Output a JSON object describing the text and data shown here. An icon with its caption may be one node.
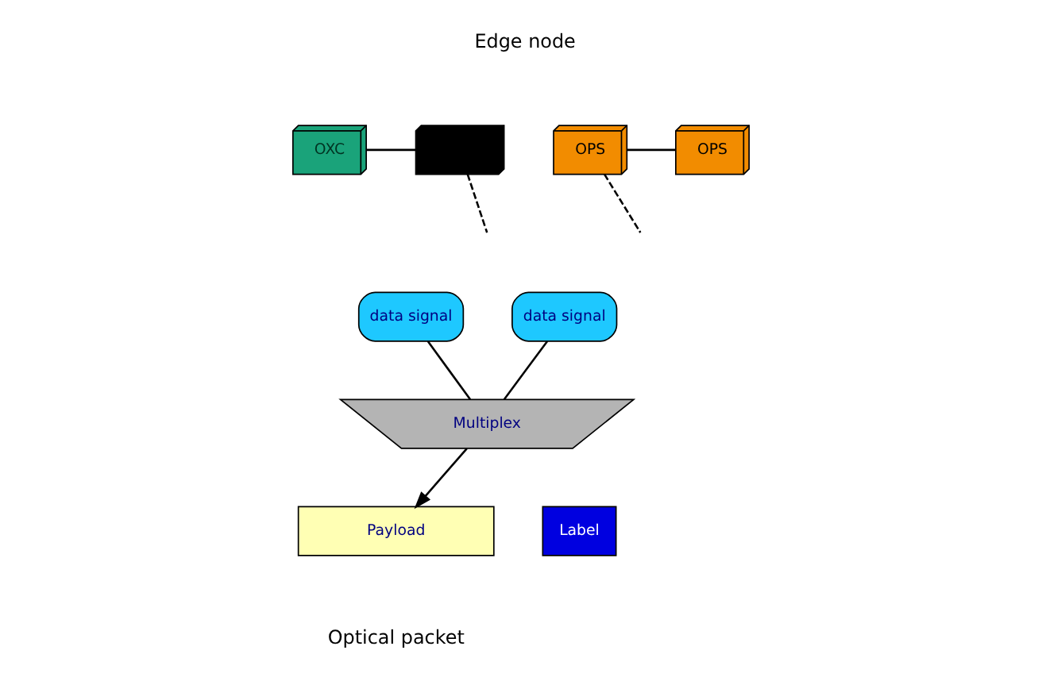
{
  "diagram": {
    "nodes": [
      {
        "text": [
          "OXC"
        ]
      },
      {
        "text": [],
        "shape": "box"
      },
      {
        "text": [
          "OPS"
        ]
      },
      {
        "text": [
          "OPS"
        ]
      },
      {
        "text": [
          "data signal"
        ]
      },
      {
        "text": [
          "data signal"
        ]
      },
      {
        "text": [
          "Multiplex"
        ]
      },
      {
        "text": [
          "Payload"
        ]
      },
      {
        "text": [
          "Label"
        ]
      }
    ],
    "edges": [
      {
        "from": 0,
        "to": 1,
        "arrow": "none"
      },
      {
        "from": 2,
        "to": 3,
        "arrow": "none"
      },
      {
        "from": 1,
        "to": null,
        "arrow": "none",
        "style": "dashed"
      },
      {
        "from": 2,
        "to": null,
        "arrow": "none",
        "style": "dashed"
      },
      {
        "from": 4,
        "to": 6,
        "arrow": "none"
      },
      {
        "from": 5,
        "to": 6,
        "arrow": "none"
      },
      {
        "from": 6,
        "to": 7,
        "arrow": "to"
      }
    ],
    "labels": [
      "Edge node",
      "Optical packet"
    ]
  }
}
